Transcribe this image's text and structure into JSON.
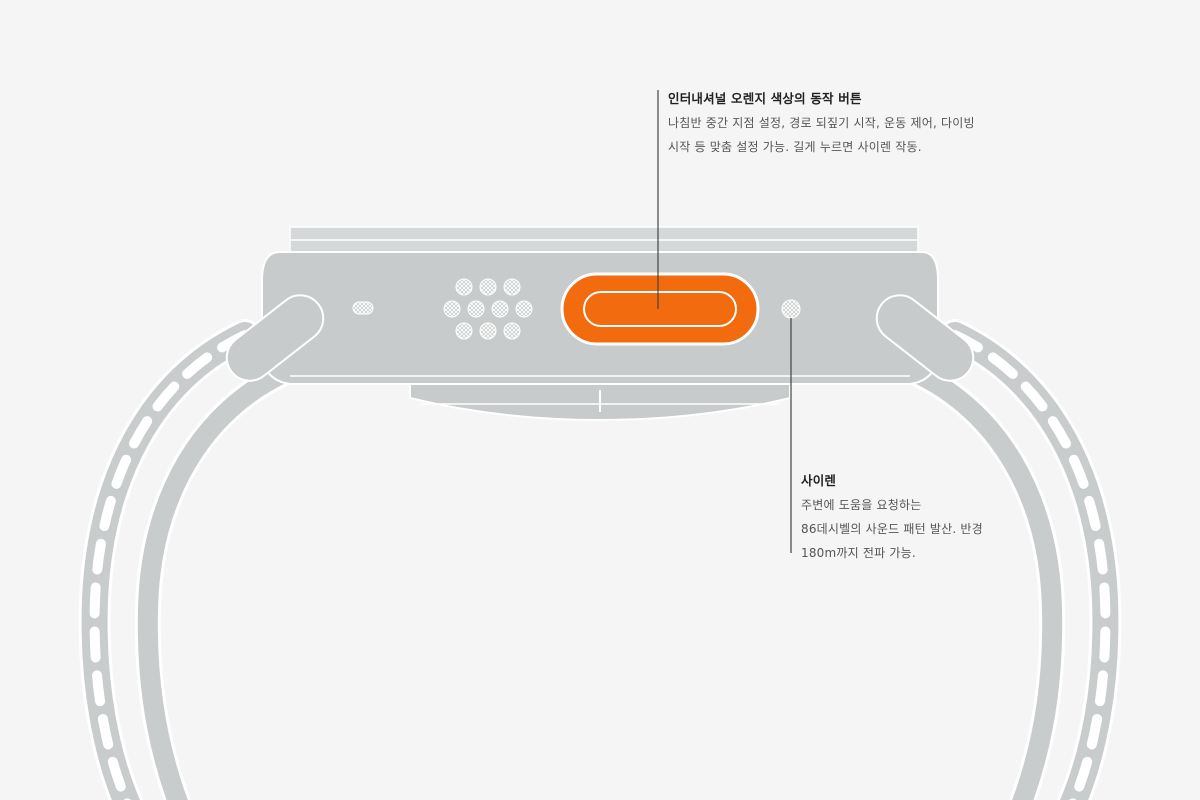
{
  "colors": {
    "background": "#f5f5f5",
    "case": "#c8cbcb",
    "case_light": "#d9dcdc",
    "case_outline": "#ffffff",
    "band": "#c9cccc",
    "action_button": "#f26b0f",
    "leader_line": "#444444"
  },
  "callouts": {
    "action_button": {
      "title": "인터내셔널 오렌지 색상의 동작 버튼",
      "lines": [
        "나침반 중간 지점 설정, 경로 되짚기 시작, 운동 제어, 다이빙",
        "시작 등 맞춤 설정 가능. 길게 누르면 사이렌 작동."
      ]
    },
    "siren": {
      "title": "사이렌",
      "lines": [
        "주변에 도움을 요청하는",
        "86데시벨의 사운드 패턴 발산. 반경",
        "180m까지 전파 가능."
      ]
    }
  }
}
